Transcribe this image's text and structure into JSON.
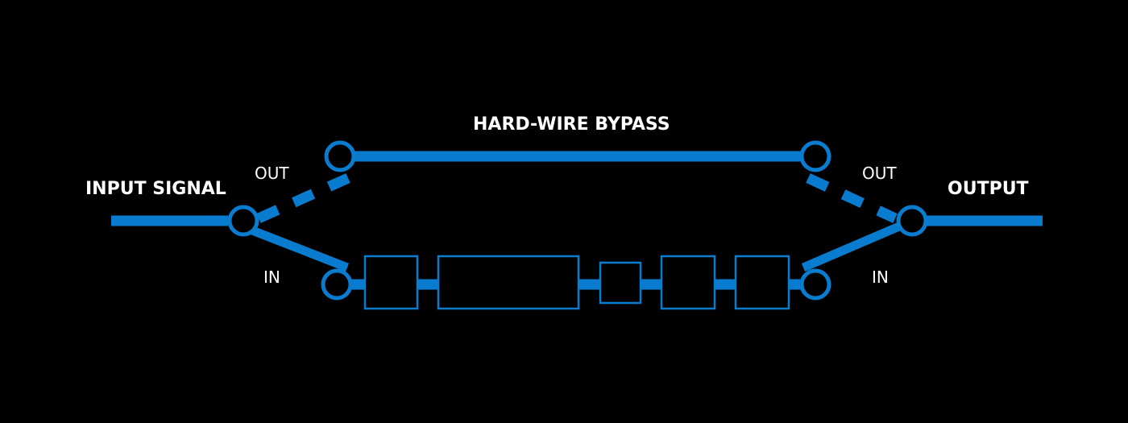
{
  "labels": {
    "input": "INPUT SIGNAL",
    "output": "OUTPUT",
    "bypass": "HARD-WIRE BYPASS",
    "left_out": "OUT",
    "left_in": "IN",
    "right_out": "OUT",
    "right_in": "IN"
  },
  "colors": {
    "background": "#000000",
    "signal": "#0a7ccf",
    "text": "#ffffff"
  },
  "circuit": {
    "block_count": 5,
    "switch_state": "IN",
    "bypass_path_style": "dashed"
  }
}
